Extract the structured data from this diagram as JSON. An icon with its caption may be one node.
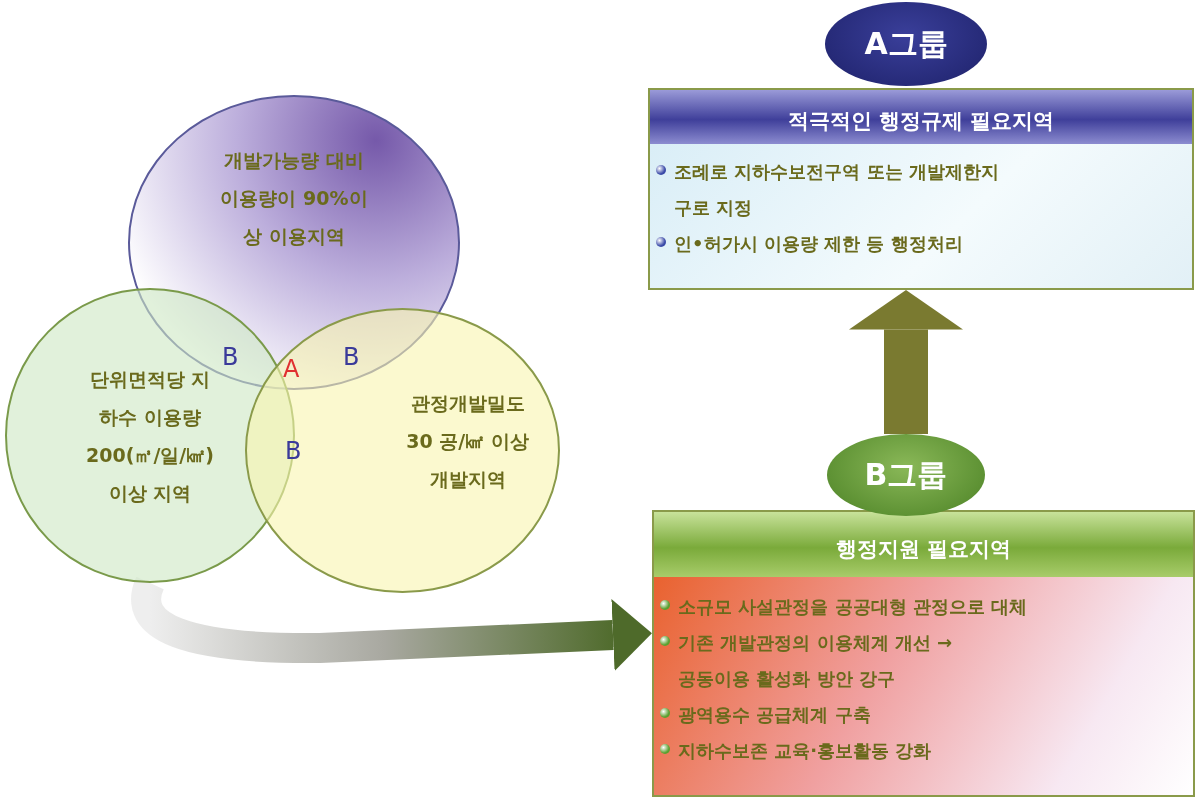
{
  "diagram": {
    "nodes": [
      {
        "text": [
          "개발가능량 대비 이용량이 90%이상 이용지역"
        ]
      },
      {
        "text": [
          "단위면적당 지하수 이용량 200(㎥/일/㎢) 이상 지역"
        ]
      },
      {
        "text": [
          "관정개발밀도 30 공/㎢ 이상 개발지역"
        ]
      },
      {
        "text": [
          "A그룹"
        ]
      },
      {
        "text": [
          "적극적인 행정규제 필요지역",
          "조례로 지하수보전구역 또는 개발제한지구로 지정",
          "인•허가시 이용량 제한 등 행정처리"
        ]
      },
      {
        "text": [
          "B그룹"
        ]
      },
      {
        "text": [
          "행정지원 필요지역",
          "소규모 사설관정을 공공대형 관정으로 대체",
          "기존 개발관정의 이용체계 개선 → 공동이용 활성화 방안 강구",
          "광역용수 공급체계 구축",
          "지하수보존 교육·홍보활동 강화"
        ]
      }
    ],
    "edges": [
      {
        "from": 1,
        "to": 6,
        "arrow": "to"
      },
      {
        "from": 5,
        "to": 4,
        "arrow": "to"
      }
    ],
    "labels": [
      "B",
      "A",
      "B",
      "B"
    ]
  }
}
